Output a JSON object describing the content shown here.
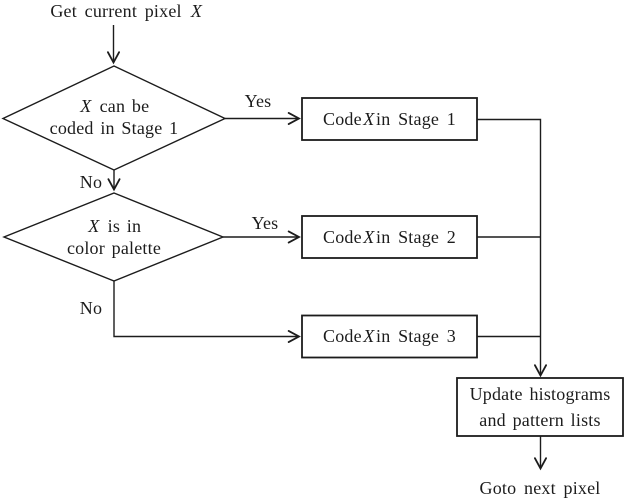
{
  "colors": {
    "line": "#1c1c1c",
    "text": "#1c1c1c",
    "background": "#ffffff"
  },
  "nodes": {
    "start": {
      "prefix": "Get current pixel ",
      "math": "X"
    },
    "decision1": {
      "line1_math": "X",
      "line1_rest": " can be",
      "line2": "coded in Stage 1"
    },
    "decision2": {
      "line1_math": "X",
      "line1_rest": " is in",
      "line2": "color palette"
    },
    "process1": {
      "prefix": "Code ",
      "math": "X",
      "suffix": " in Stage 1"
    },
    "process2": {
      "prefix": "Code ",
      "math": "X",
      "suffix": " in Stage 2"
    },
    "process3": {
      "prefix": "Code ",
      "math": "X",
      "suffix": " in Stage 3"
    },
    "update": {
      "line1": "Update histograms",
      "line2": "and pattern lists"
    },
    "end": {
      "label": "Goto next pixel"
    }
  },
  "edges": {
    "yes1": "Yes",
    "no1": "No",
    "yes2": "Yes",
    "no2": "No"
  }
}
